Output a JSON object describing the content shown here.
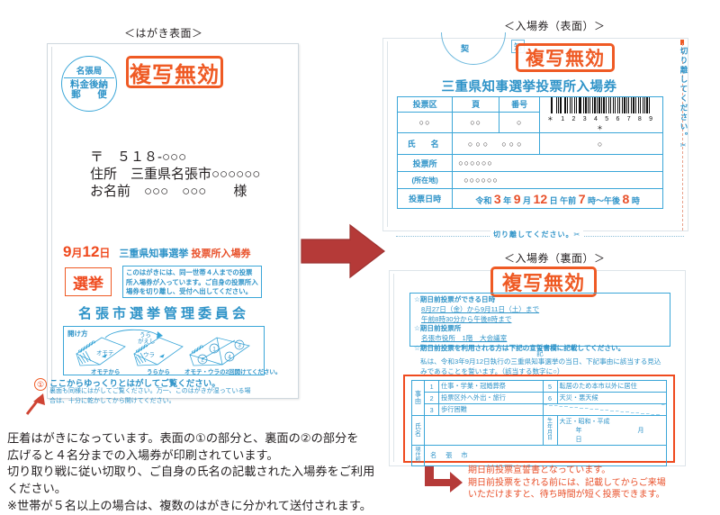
{
  "captions": {
    "postcard_front": "＜はがき表面＞",
    "ticket_front": "＜入場券（表面）＞",
    "ticket_back": "＜入場券（裏面）＞"
  },
  "watermark": {
    "text": "複写無効"
  },
  "postcard": {
    "postmark": {
      "office": "名張局",
      "line2": "料金後納",
      "line3": "郵　便"
    },
    "address": "〒　５１８-○○○\n住所　三重県名張市○○○○○○\nお名前　○○○　○○○　　様",
    "date_header": {
      "month": "9",
      "month_unit": "月",
      "day": "12",
      "day_unit": "日"
    },
    "election_title_blue": "三重県知事選挙",
    "election_title_red": " 投票所入場券",
    "senkyo_stamp": "選挙",
    "note_box": "このはがきには、同一世帯４人までの投票所入場券が入っています。ご自身の投票所入場券を切り離し、受付へ出してください。",
    "committee": "名張市選挙管理委員会",
    "howto": {
      "title": "開け方",
      "label_omote": "オモテ",
      "label_uragaeshi": "うらがえし",
      "label_ura": "ウラ",
      "caption1": "オモテから",
      "caption2": "うらから",
      "caption3": "オモテ・ウラの2回開けてください。",
      "num1": "①",
      "num2": "②",
      "num3": "③",
      "num4": "④"
    },
    "marker1": "①",
    "peel_heading": "ここからゆっくりとはがしてご覧ください。",
    "peel_body": "裏面も同様にはがしてご覧ください。万一、このはがきが湿っている場\n合は、十分に乾かしてから開けてください。"
  },
  "bottom_text": "圧着はがきになっています。表面の①の部分と、裏面の②の部分を\n広げると４名分までの入場券が印刷されています。\n切り取り戦に従い切取り、ご自身の氏名の記載された入場券をご利用\nください。\n※世帯が５名以上の場合は、複数のはがきに分かれて送付されます。",
  "ticket_front": {
    "contract_mark": "契",
    "chi_mark": "知",
    "title": "三重県知事選挙投票所入場券",
    "headers": {
      "ward": "投票区",
      "page": "頁",
      "number": "番号"
    },
    "values": {
      "ward": "○○",
      "page": "○○",
      "number": "○"
    },
    "barcode_digits": "＊ 1 2 3 4 5 6 7 8 9 ＊",
    "name_label": "氏　名",
    "name_value": "○○○　○○○",
    "name_suffix": "○",
    "place_label": "投票所",
    "place_sublabel": "(所在地)",
    "place_line1": "○○○○○○",
    "place_line2": "○○○○○○",
    "datetime_label": "投票日時",
    "datetime_era": "令和",
    "datetime_year": "3",
    "datetime_year_unit": "年",
    "datetime_month": "9",
    "datetime_month_unit": "月",
    "datetime_day": "12",
    "datetime_day_unit": "日",
    "datetime_am": "午前",
    "datetime_hour_from": "7",
    "datetime_hour_unit1": "時～午後",
    "datetime_hour_to": "8",
    "datetime_hour_unit2": "時",
    "cut_vertical": "切り離してください。✂",
    "cut_horizontal": "切り離してください。✂"
  },
  "ticket_back": {
    "info": {
      "h1": "☆期日前投票ができる日時",
      "l1": "8月27日（金）から9月11日（土）まで",
      "l2": "午前8時30分から午後8時まで",
      "h2": "☆期日前投票所",
      "l3": "名張市役所　1階　大会議室",
      "h3": "☆期日前投票を利用される方は下記の宣誓書欄に記載してください。"
    },
    "ki": "記",
    "oath": "私は、令和3年9月12日執行の三重県知事選挙の当日、下記事由に該当する見込みであることを誓います。（該当する数字に○）",
    "reason_label": "事由",
    "reasons_left": [
      {
        "no": "1",
        "text": "仕事・学業・冠婚葬祭"
      },
      {
        "no": "2",
        "text": "投票区外へ外出・旅行"
      },
      {
        "no": "3",
        "text": "歩行困難"
      }
    ],
    "reasons_right": [
      {
        "no": "5",
        "text": "転居のため本市以外に居住"
      },
      {
        "no": "6",
        "text": "天災・悪天候"
      }
    ],
    "name_label": "氏名",
    "birth_label": "生年月日",
    "eras": "大正・昭和・平成",
    "ymd": "年　　月　　日",
    "address_label": "現住所",
    "address_value": "名 張 市"
  },
  "note2": "期日前投票宣誓書となっています。\n期日前投票をされる前には、記載してからご来場\nいただけますと、待ち時間が短く投票できます。",
  "colors": {
    "blue": "#2e93c8",
    "orange": "#ef4a1e",
    "arrow_red": "#b53a38"
  }
}
